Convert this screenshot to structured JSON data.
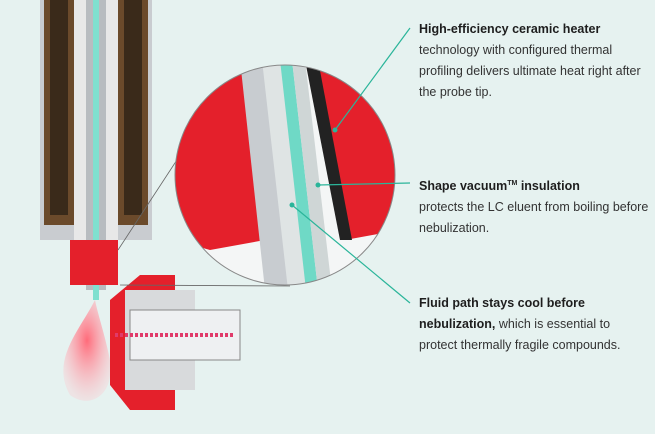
{
  "callouts": [
    {
      "bold": "High-efficiency ceramic heater",
      "text": "technology with configured thermal profiling delivers ultimate heat right after the probe tip."
    },
    {
      "bold": "Shape vacuum",
      "tm": "TM",
      "bold2": " insulation",
      "text": "protects the LC eluent from boiling before nebulization."
    },
    {
      "bold": "Fluid path stays cool before nebulization,",
      "text": " which is essential to protect thermally fragile compounds."
    }
  ],
  "colors": {
    "background": "#e6f2f0",
    "accent": "#2bb59a",
    "heater": "#e4202b"
  }
}
